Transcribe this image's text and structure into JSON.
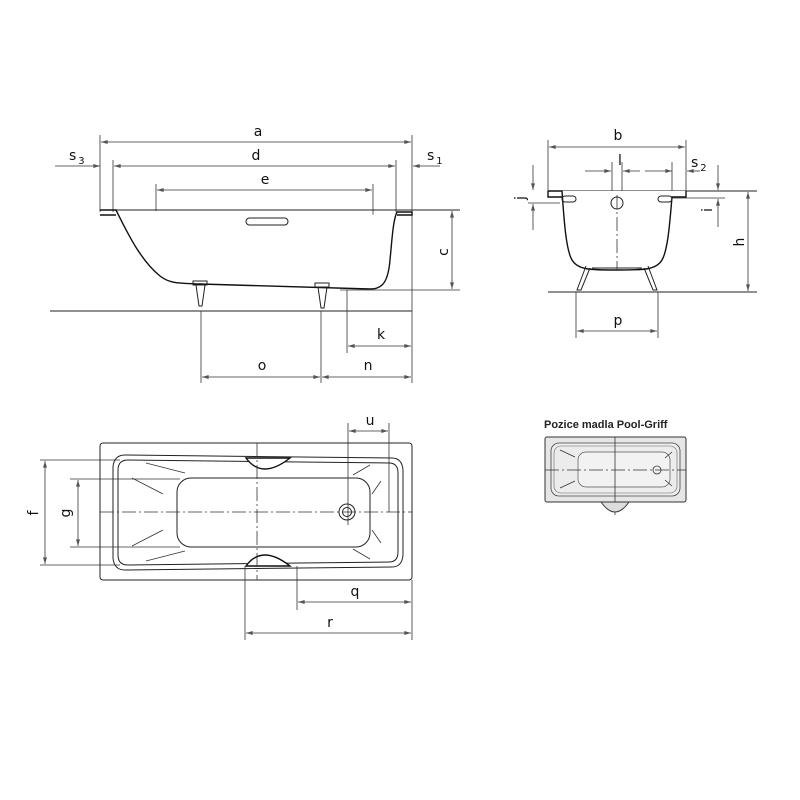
{
  "labels": {
    "a": "a",
    "b": "b",
    "c": "c",
    "d": "d",
    "e": "e",
    "f": "f",
    "g": "g",
    "h": "h",
    "i": "i",
    "j": "j",
    "k": "k",
    "l": "l",
    "n": "n",
    "o": "o",
    "p": "p",
    "q": "q",
    "r": "r",
    "u": "u",
    "s": "s",
    "s1_sub": "1",
    "s2_sub": "2",
    "s3_sub": "3"
  },
  "inset": {
    "caption": "Pozice madla Pool-Griff"
  },
  "colors": {
    "line": "#222222",
    "inset_fill": "#e6e6e6"
  }
}
